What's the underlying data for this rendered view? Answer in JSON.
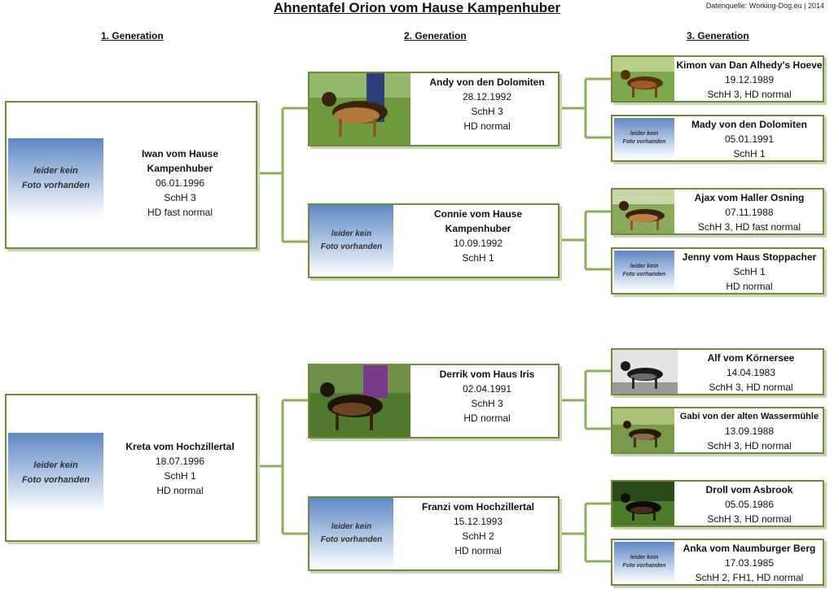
{
  "header": {
    "title": "Ahnentafel Orion vom Hause Kampenhuber",
    "source": "Datenquelle: Working-Dog.eu | 2014"
  },
  "generations": [
    "1. Generation",
    "2. Generation",
    "3. Generation"
  ],
  "no_photo": {
    "line1": "leider kein",
    "line2": "Foto vorhanden"
  },
  "gen1": [
    {
      "name_lines": [
        "Iwan vom Hause",
        "Kampenhuber"
      ],
      "date": "06.01.1996",
      "lines": [
        "SchH 3",
        "HD fast normal"
      ],
      "photo": false
    },
    {
      "name_lines": [
        "Kreta vom Hochzillertal"
      ],
      "date": "18.07.1996",
      "lines": [
        "SchH 1",
        "HD normal"
      ],
      "photo": false
    }
  ],
  "gen2": [
    {
      "name_lines": [
        "Andy von den Dolomiten"
      ],
      "date": "28.12.1992",
      "lines": [
        "SchH 3",
        "HD normal"
      ],
      "photo": true
    },
    {
      "name_lines": [
        "Connie vom Hause",
        "Kampenhuber"
      ],
      "date": "10.09.1992",
      "lines": [
        "SchH 1"
      ],
      "photo": false
    },
    {
      "name_lines": [
        "Derrik vom Haus Iris"
      ],
      "date": "02.04.1991",
      "lines": [
        "SchH 3",
        "HD normal"
      ],
      "photo": true
    },
    {
      "name_lines": [
        "Franzi vom Hochzillertal"
      ],
      "date": "15.12.1993",
      "lines": [
        "SchH 2",
        "HD normal"
      ],
      "photo": false
    }
  ],
  "gen3": [
    {
      "name": "Kimon van Dan Alhedy's Hoeve",
      "lines": [
        "19.12.1989",
        "SchH 3, HD normal"
      ],
      "photo": true
    },
    {
      "name": "Mady von den Dolomiten",
      "lines": [
        "05.01.1991",
        "SchH 1"
      ],
      "photo": false
    },
    {
      "name": "Ajax vom Haller Osning",
      "lines": [
        "07.11.1988",
        "SchH 3, HD fast normal"
      ],
      "photo": true
    },
    {
      "name": "Jenny vom Haus Stoppacher",
      "lines": [
        "SchH 1",
        "HD normal"
      ],
      "photo": false
    },
    {
      "name": "Alf vom Körnersee",
      "lines": [
        "14.04.1983",
        "SchH 3, HD normal"
      ],
      "photo": true
    },
    {
      "name": "Gabi von der alten Wassermühle",
      "lines": [
        "13.09.1988",
        "SchH 3, HD normal"
      ],
      "photo": true
    },
    {
      "name": "Droll vom Asbrook",
      "lines": [
        "05.05.1986",
        "SchH 3, HD normal"
      ],
      "photo": true
    },
    {
      "name": "Anka vom Naumburger Berg",
      "lines": [
        "17.03.1985",
        "SchH 2, FH1, HD normal"
      ],
      "photo": false
    }
  ],
  "colors": {
    "border": "#6f8a3a",
    "connector": "#8fae5a",
    "no_photo_top": "#5f88c4"
  }
}
